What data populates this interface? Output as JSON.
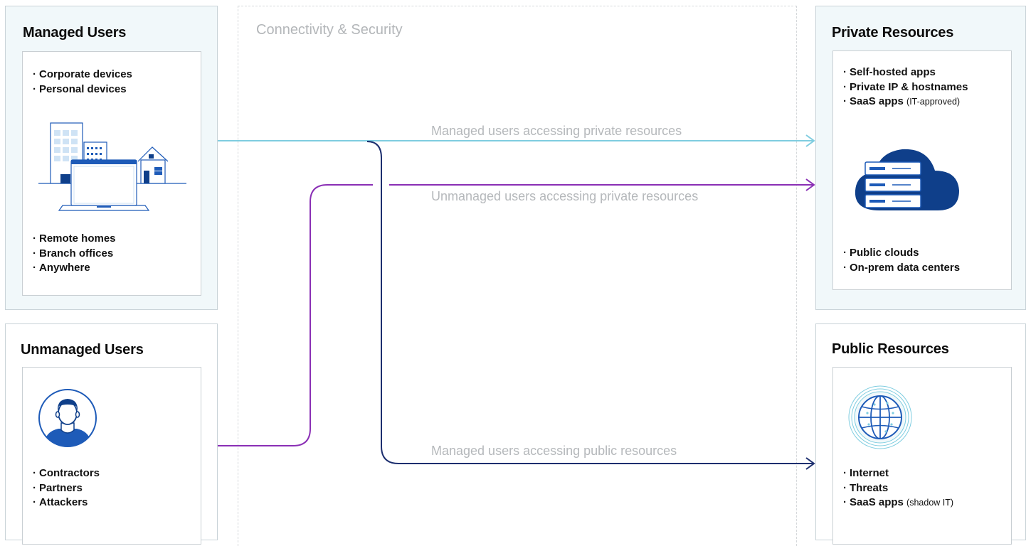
{
  "zone": {
    "label": "Connectivity & Security"
  },
  "managed_users": {
    "title": "Managed Users",
    "devices": [
      "Corporate devices",
      "Personal devices"
    ],
    "locations": [
      "Remote homes",
      "Branch offices",
      "Anywhere"
    ],
    "illustration_icon": "office-building-house-laptop-icon"
  },
  "unmanaged_users": {
    "title": "Unmanaged Users",
    "types": [
      "Contractors",
      "Partners",
      "Attackers"
    ],
    "illustration_icon": "person-avatar-icon"
  },
  "private_resources": {
    "title": "Private Resources",
    "items": [
      {
        "label": "Self-hosted apps",
        "note": ""
      },
      {
        "label": "Private IP & hostnames",
        "note": ""
      },
      {
        "label": "SaaS apps",
        "note": "(IT-approved)"
      }
    ],
    "locations": [
      "Public clouds",
      "On-prem data centers"
    ],
    "illustration_icon": "cloud-servers-icon"
  },
  "public_resources": {
    "title": "Public Resources",
    "items": [
      {
        "label": "Internet",
        "note": ""
      },
      {
        "label": "Threats",
        "note": ""
      },
      {
        "label": "SaaS apps",
        "note": "(shadow IT)"
      }
    ],
    "illustration_icon": "globe-icon"
  },
  "flows": [
    {
      "label": "Managed users accessing private resources",
      "color": "#7fcde0"
    },
    {
      "label": "Unmanaged users accessing private resources",
      "color": "#8a2fb5"
    },
    {
      "label": "Managed users accessing public resources",
      "color": "#1d2f6f"
    }
  ],
  "colors": {
    "panel_tint": "#f1f8fa",
    "illustration_blue": "#1e5bb8",
    "illustration_dark_blue": "#0f3f8a"
  }
}
